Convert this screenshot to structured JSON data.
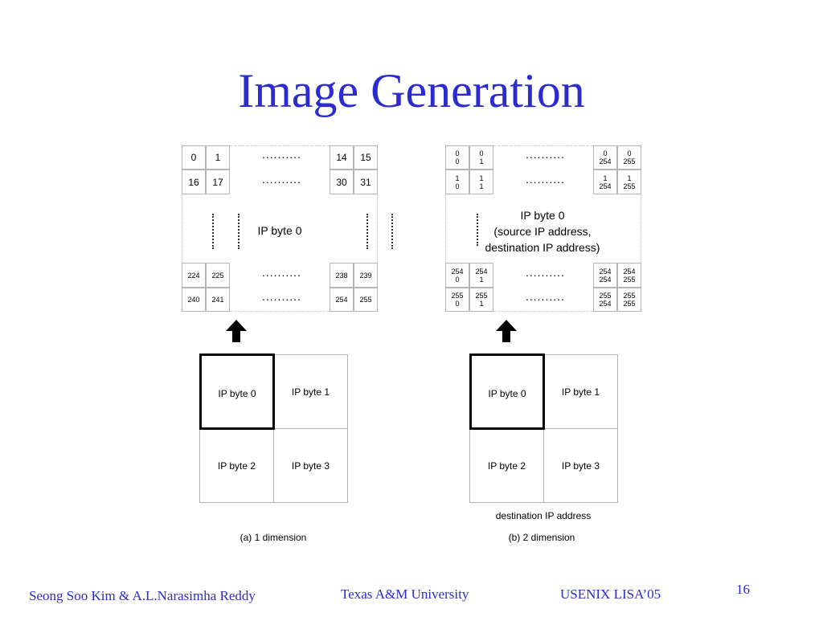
{
  "title": "Image Generation",
  "panel_a": {
    "row0": [
      "0",
      "1",
      "14",
      "15"
    ],
    "row1": [
      "16",
      "17",
      "30",
      "31"
    ],
    "row2": [
      "224",
      "225",
      "238",
      "239"
    ],
    "row3": [
      "240",
      "241",
      "254",
      "255"
    ],
    "dots": "..........",
    "center_label": "IP byte 0",
    "quads": [
      "IP byte 0",
      "IP byte 1",
      "IP byte 2",
      "IP byte 3"
    ],
    "caption": "(a) 1 dimension"
  },
  "panel_b": {
    "row0": [
      [
        "0",
        "0"
      ],
      [
        "0",
        "1"
      ],
      [
        "0",
        "254"
      ],
      [
        "0",
        "255"
      ]
    ],
    "row1": [
      [
        "1",
        "0"
      ],
      [
        "1",
        "1"
      ],
      [
        "1",
        "254"
      ],
      [
        "1",
        "255"
      ]
    ],
    "row2": [
      [
        "254",
        "0"
      ],
      [
        "254",
        "1"
      ],
      [
        "254",
        "254"
      ],
      [
        "254",
        "255"
      ]
    ],
    "row3": [
      [
        "255",
        "0"
      ],
      [
        "255",
        "1"
      ],
      [
        "255",
        "254"
      ],
      [
        "255",
        "255"
      ]
    ],
    "dots": "..........",
    "center_label_line1": "IP byte 0",
    "center_label_line2": "(source IP address,",
    "center_label_line3": "destination IP address)",
    "quads": [
      "IP byte 0",
      "IP byte 1",
      "IP byte 2",
      "IP byte 3"
    ],
    "quad_axis_label": "destination IP address",
    "caption": "(b) 2 dimension"
  },
  "footer": {
    "authors": "Seong Soo Kim & A.L.Narasimha Reddy",
    "university": "Texas A&M University",
    "conference": "USENIX LISA’05",
    "page_number": "16"
  },
  "colors": {
    "title": "#2b2bd0",
    "footer": "#2b2bd0"
  },
  "icons": {
    "arrow": "up-arrow-icon"
  }
}
